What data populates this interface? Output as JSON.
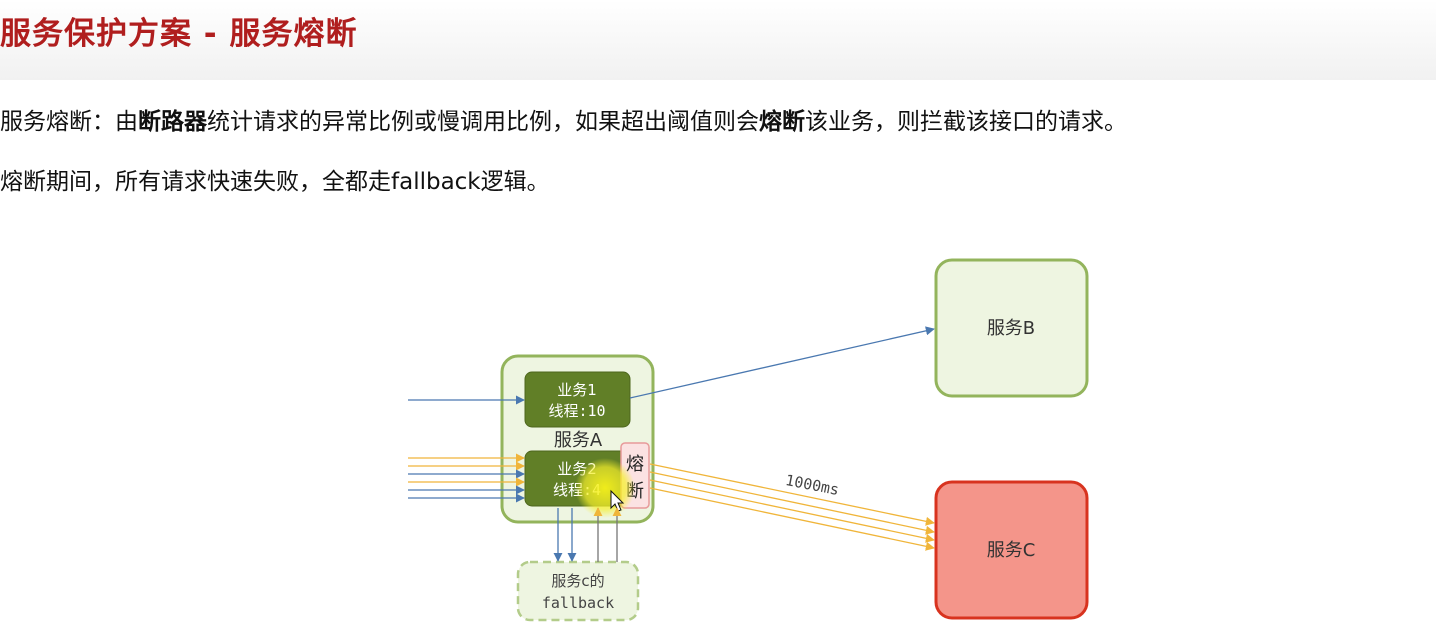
{
  "title": "服务保护方案 - 服务熔断",
  "paragraph1": {
    "p1": "服务熔断：由",
    "b1": "断路器",
    "p2": "统计请求的异常比例或慢调用比例，如果超出阈值则会",
    "b2": "熔断",
    "p3": "该业务，则拦截该接口的请求。"
  },
  "paragraph2": "熔断期间，所有请求快速失败，全都走fallback逻辑。",
  "diagram": {
    "service_a": "服务A",
    "business1": {
      "line1": "业务1",
      "line2": "线程:10"
    },
    "business2": {
      "line1": "业务2",
      "line2": "线程:4"
    },
    "breaker": {
      "line1": "熔",
      "line2": "断"
    },
    "service_b": "服务B",
    "service_c": "服务C",
    "latency": "1000ms",
    "fallback": {
      "line1": "服务c的",
      "line2": "fallback"
    }
  },
  "colors": {
    "title": "#b01e1e",
    "green_fill": "#eef5e1",
    "green_stroke": "#93b45c",
    "dark_green": "#617f27",
    "red_fill": "#f4958a",
    "red_stroke": "#d8331f",
    "blue_arrow": "#4a78b0",
    "yellow_arrow": "#f0b53a"
  }
}
